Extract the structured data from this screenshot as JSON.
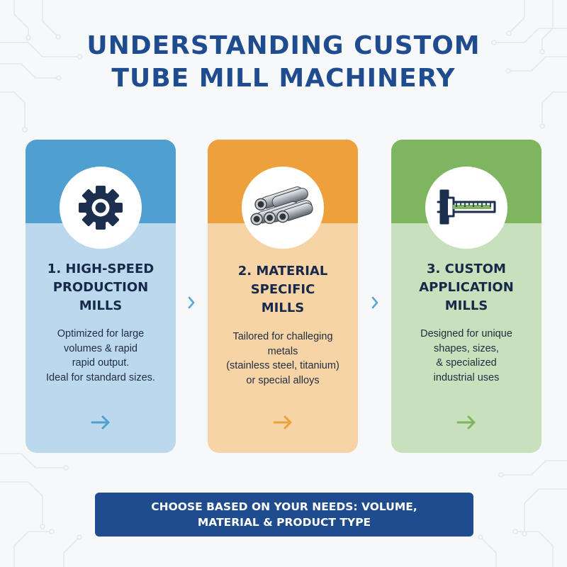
{
  "title": {
    "line1": "UNDERSTANDING CUSTOM",
    "line2": "TUBE MILL MACHINERY"
  },
  "cards": [
    {
      "icon": "gear-icon",
      "color": "#4f9fd0",
      "bg": "#bcd8ec",
      "title_lines": [
        "1. HIGH-SPEED",
        "PRODUCTION",
        "MILLS"
      ],
      "desc_lines": [
        "Optimized for large",
        "volumes & rapid",
        "rapid output.",
        "Ideal for standard sizes."
      ]
    },
    {
      "icon": "steel-pipes-icon",
      "color": "#eea03c",
      "bg": "#f6d4a6",
      "title_lines": [
        "2. MATERIAL",
        "SPECIFIC",
        "MILLS"
      ],
      "desc_lines": [
        "Tailored for challeging",
        "metals",
        "(stainless steel, titanium)",
        "or special alloys"
      ]
    },
    {
      "icon": "caliper-icon",
      "color": "#7fb461",
      "bg": "#c9e0bc",
      "title_lines": [
        "3. CUSTOM",
        "APPLICATION",
        "MILLS"
      ],
      "desc_lines": [
        "Designed for unique",
        "shapes, sizes,",
        "& specialized",
        "industrial uses"
      ]
    }
  ],
  "banner": {
    "line1": "CHOOSE BASED ON YOUR NEEDS:  VOLUME,",
    "line2": "MATERIAL & PRODUCT TYPE"
  },
  "colors": {
    "title": "#1f4c8f",
    "banner_bg": "#1f4c8f",
    "separator_chevron": "#5ba7d6",
    "icon_dark": "#1d2f4f"
  }
}
